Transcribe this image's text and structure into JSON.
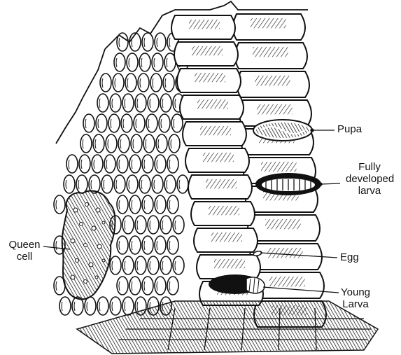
{
  "labels": {
    "pupa": "Pupa",
    "larva_line1": "Fully",
    "larva_line2": "developed",
    "larva_line3": "larva",
    "egg": "Egg",
    "young_line1": "Young",
    "young_line2": "Larva",
    "queen_line1": "Queen",
    "queen_line2": "cell"
  }
}
